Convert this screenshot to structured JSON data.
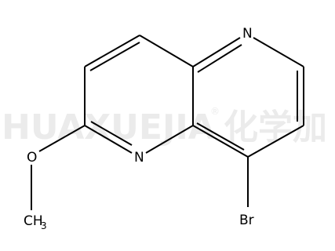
{
  "watermark": {
    "text": "HUAXUEJIA",
    "registered": "®",
    "chinese": "化学加"
  },
  "molecule": {
    "atoms": {
      "n_top": "N",
      "n_mid": "N",
      "oxygen": "O",
      "methyl": "CH",
      "methyl_sub": "3",
      "bromine": "Br"
    }
  }
}
